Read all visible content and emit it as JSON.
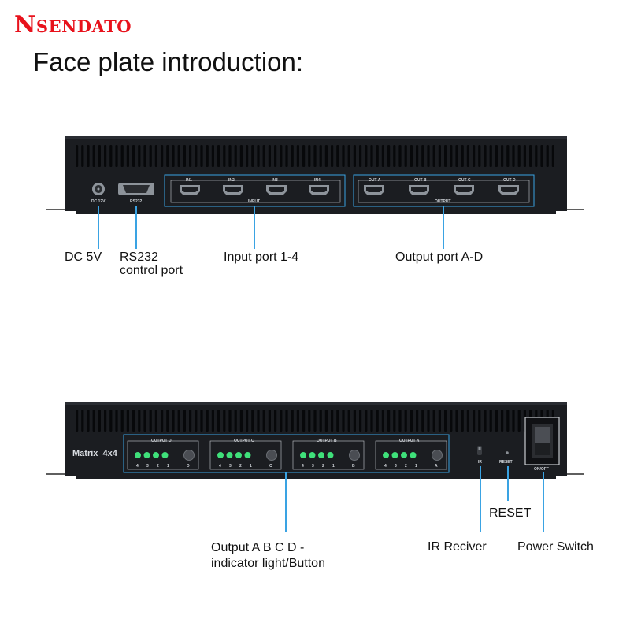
{
  "brand": {
    "name": "Nsendato"
  },
  "heading": "Face plate introduction:",
  "rear_panel": {
    "dc_port_label": "DC 12V",
    "rs232_port_label": "RS232",
    "input_ports": [
      "IN1",
      "IN2",
      "IN3",
      "IN4"
    ],
    "input_group_label": "INPUT",
    "output_ports": [
      "OUT A",
      "OUT B",
      "OUT C",
      "OUT D"
    ],
    "output_group_label": "OUTPUT"
  },
  "rear_callouts": {
    "dc": "DC 5V",
    "rs232_line1": "RS232",
    "rs232_line2": "control port",
    "input": "Input port 1-4",
    "output": "Output port A-D"
  },
  "front_panel": {
    "model_label": "Matrix  4x4",
    "output_groups": [
      {
        "title": "OUTPUT  D",
        "numbers": [
          "4",
          "3",
          "2",
          "1",
          "D"
        ]
      },
      {
        "title": "OUTPUT  C",
        "numbers": [
          "4",
          "3",
          "2",
          "1",
          "C"
        ]
      },
      {
        "title": "OUTPUT  B",
        "numbers": [
          "4",
          "3",
          "2",
          "1",
          "B"
        ]
      },
      {
        "title": "OUTPUT  A",
        "numbers": [
          "4",
          "3",
          "2",
          "1",
          "A"
        ]
      }
    ],
    "ir_label": "IR",
    "reset_label": "RESET",
    "power_label": "ON/OFF",
    "led_color": "#3fe07a"
  },
  "front_callouts": {
    "output_line1": "Output A B C D -",
    "output_line2": "indicator light/Button",
    "ir": "IR Reciver",
    "reset": "RESET",
    "power": "Power Switch"
  },
  "colors": {
    "brand": "#e8121c",
    "callout_line": "#3aa3e3",
    "device": "#1a1c20"
  }
}
